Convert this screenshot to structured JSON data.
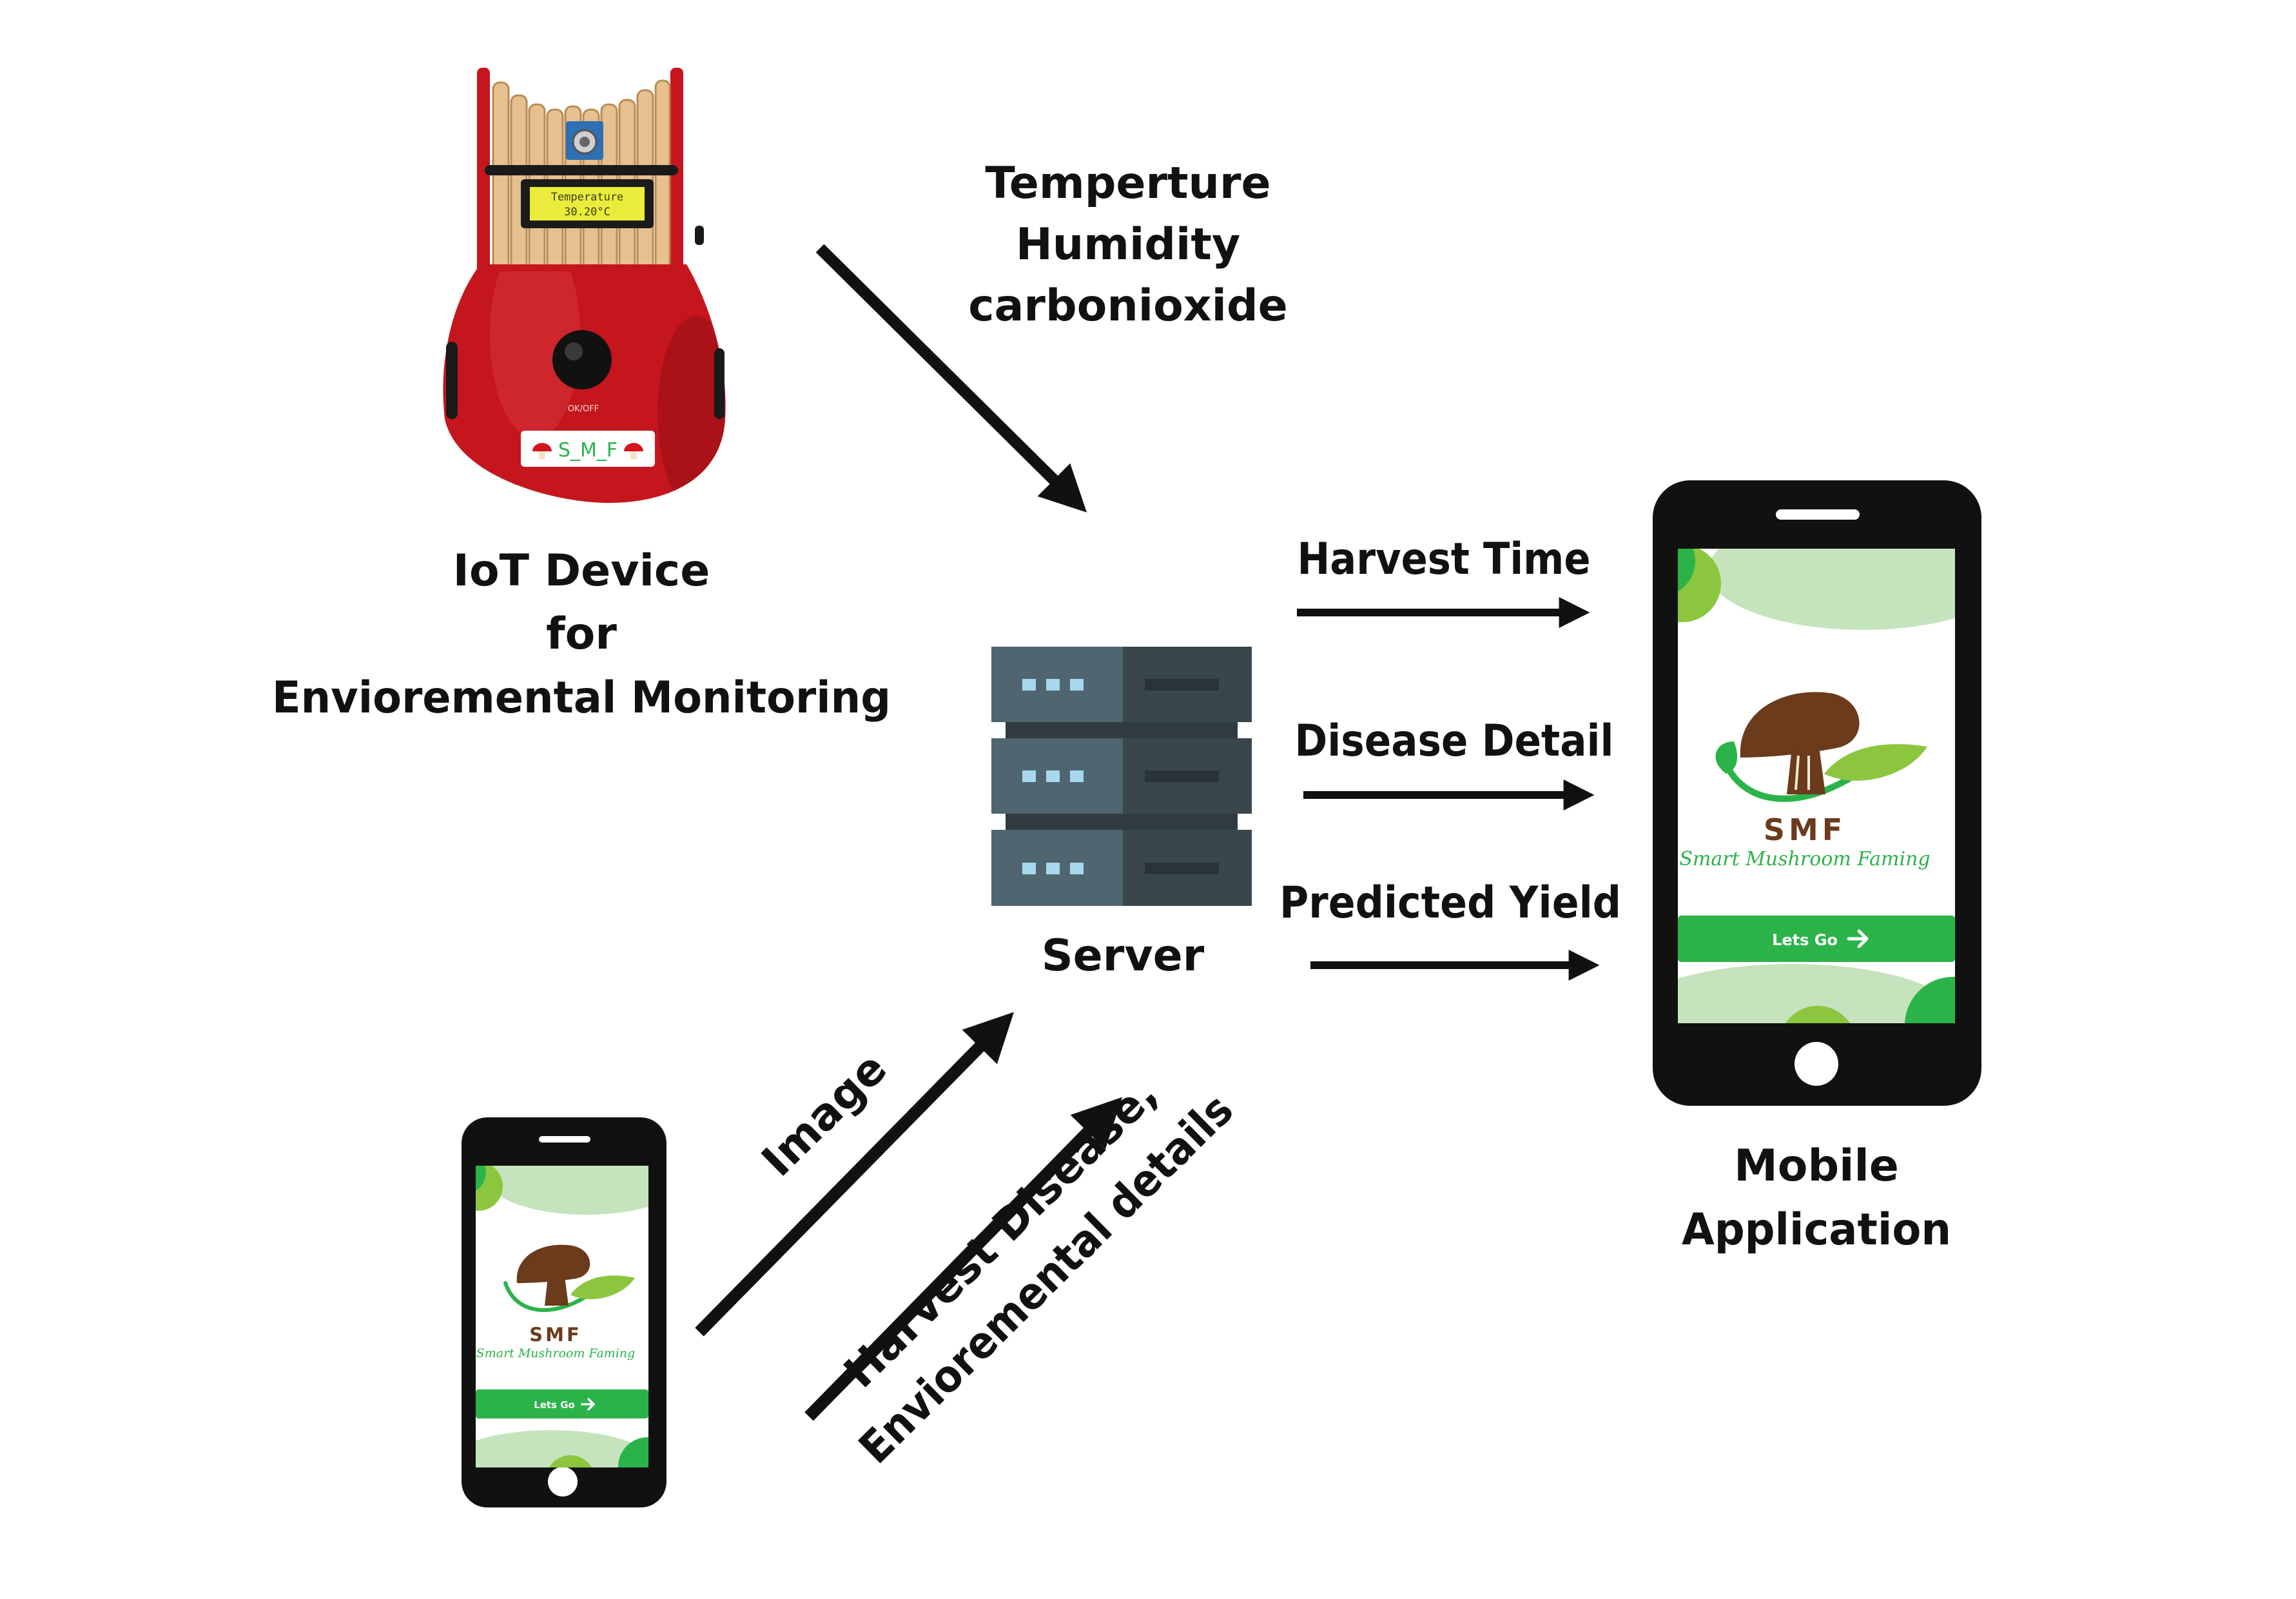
{
  "colors": {
    "arrow": "#111111",
    "server_light": "#4f6670",
    "server_dark": "#39474c",
    "server_led": "#a8d8ef",
    "device_red": "#c4161c",
    "device_wood": "#e7c08f",
    "lcd": "#e9ec3a",
    "app_green": "#2bb34a",
    "app_leaf": "#8cc63f",
    "app_bg_leaf": "#c5e4bd",
    "app_brown": "#6b3b1b",
    "phone_black": "#111111"
  },
  "labels": {
    "sensor_lines": [
      "Temperture",
      "Humidity",
      "carbonioxide"
    ],
    "iot_lines": [
      "IoT Device",
      "for",
      "Envioremental Monitoring"
    ],
    "server": "Server",
    "harvest_time": "Harvest Time",
    "disease_detail": "Disease Detail",
    "predicted_yield": "Predicted Yield",
    "mobile_lines": [
      "Mobile",
      "Application"
    ],
    "image": "Image",
    "upload_lines": [
      "Harvest Disease,",
      "Envioremental details"
    ]
  },
  "device": {
    "lcd_lines": [
      "Temperature",
      "30.20°C"
    ],
    "switch_label": "OK/OFF",
    "badge": "S_M_F"
  },
  "app": {
    "logo_title": "SMF",
    "logo_subtitle": "Smart Mushroom Faming",
    "button_label": "Lets Go",
    "button_icon": "arrow-right-icon"
  }
}
